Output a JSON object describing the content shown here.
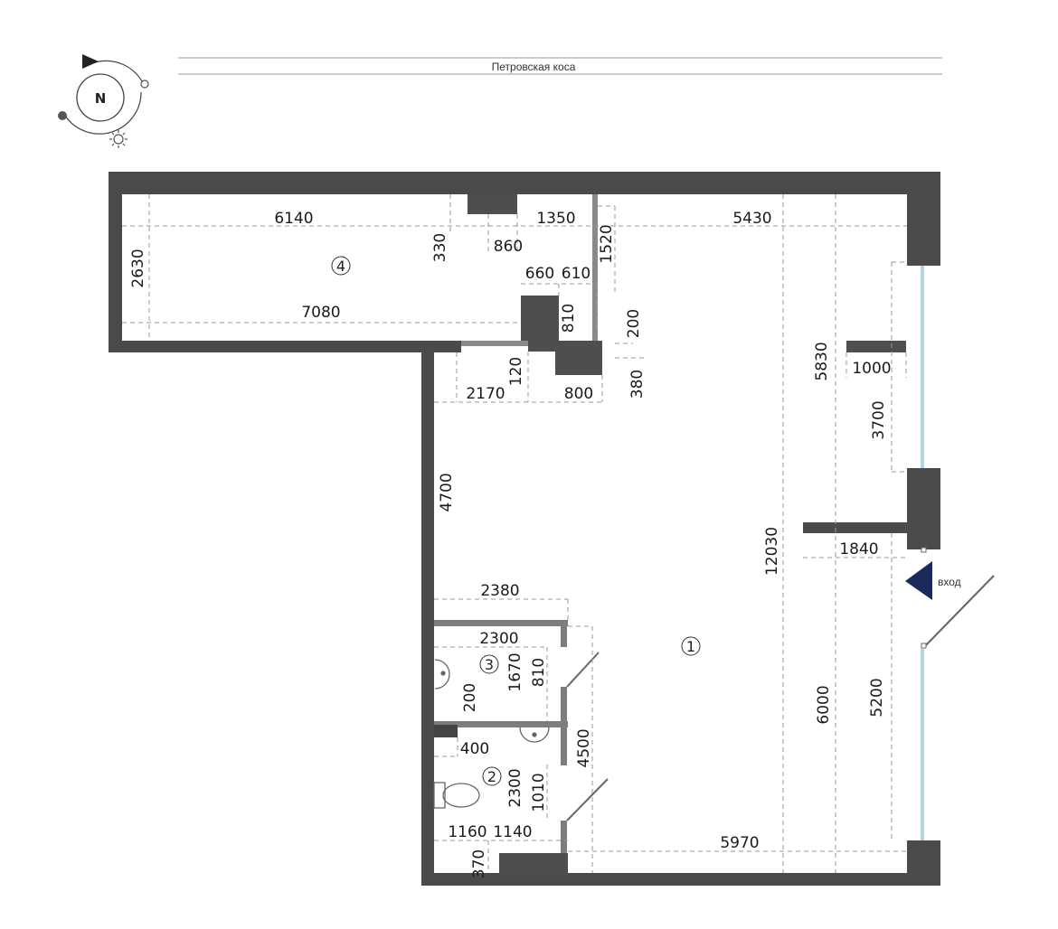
{
  "street": "Петровская коса",
  "compass": {
    "label": "N"
  },
  "entrance": {
    "label": "вход",
    "color": "#1b2a5c"
  },
  "rooms": [
    "1",
    "2",
    "3",
    "4"
  ],
  "dimensions": {
    "d6140": "6140",
    "d1350": "1350",
    "d5430": "5430",
    "d330": "330",
    "d860": "860",
    "d1520": "1520",
    "d2630": "2630",
    "d660": "660",
    "d610": "610",
    "d7080": "7080",
    "d810a": "810",
    "d200a": "200",
    "d120": "120",
    "d2170": "2170",
    "d800": "800",
    "d380": "380",
    "d5830": "5830",
    "d1000": "1000",
    "d3700": "3700",
    "d4700": "4700",
    "d12030": "12030",
    "d1840": "1840",
    "d2380": "2380",
    "d2300a": "2300",
    "d1670": "1670",
    "d810b": "810",
    "d200b": "200",
    "d400": "400",
    "d4500": "4500",
    "d2300b": "2300",
    "d1010": "1010",
    "d6000": "6000",
    "d5200": "5200",
    "d1160": "1160",
    "d1140": "1140",
    "d5970": "5970",
    "d370": "370"
  },
  "colors": {
    "wall": "#4a4a4a",
    "window": "#b9d3e6",
    "entrance": "#1b2a5c"
  }
}
